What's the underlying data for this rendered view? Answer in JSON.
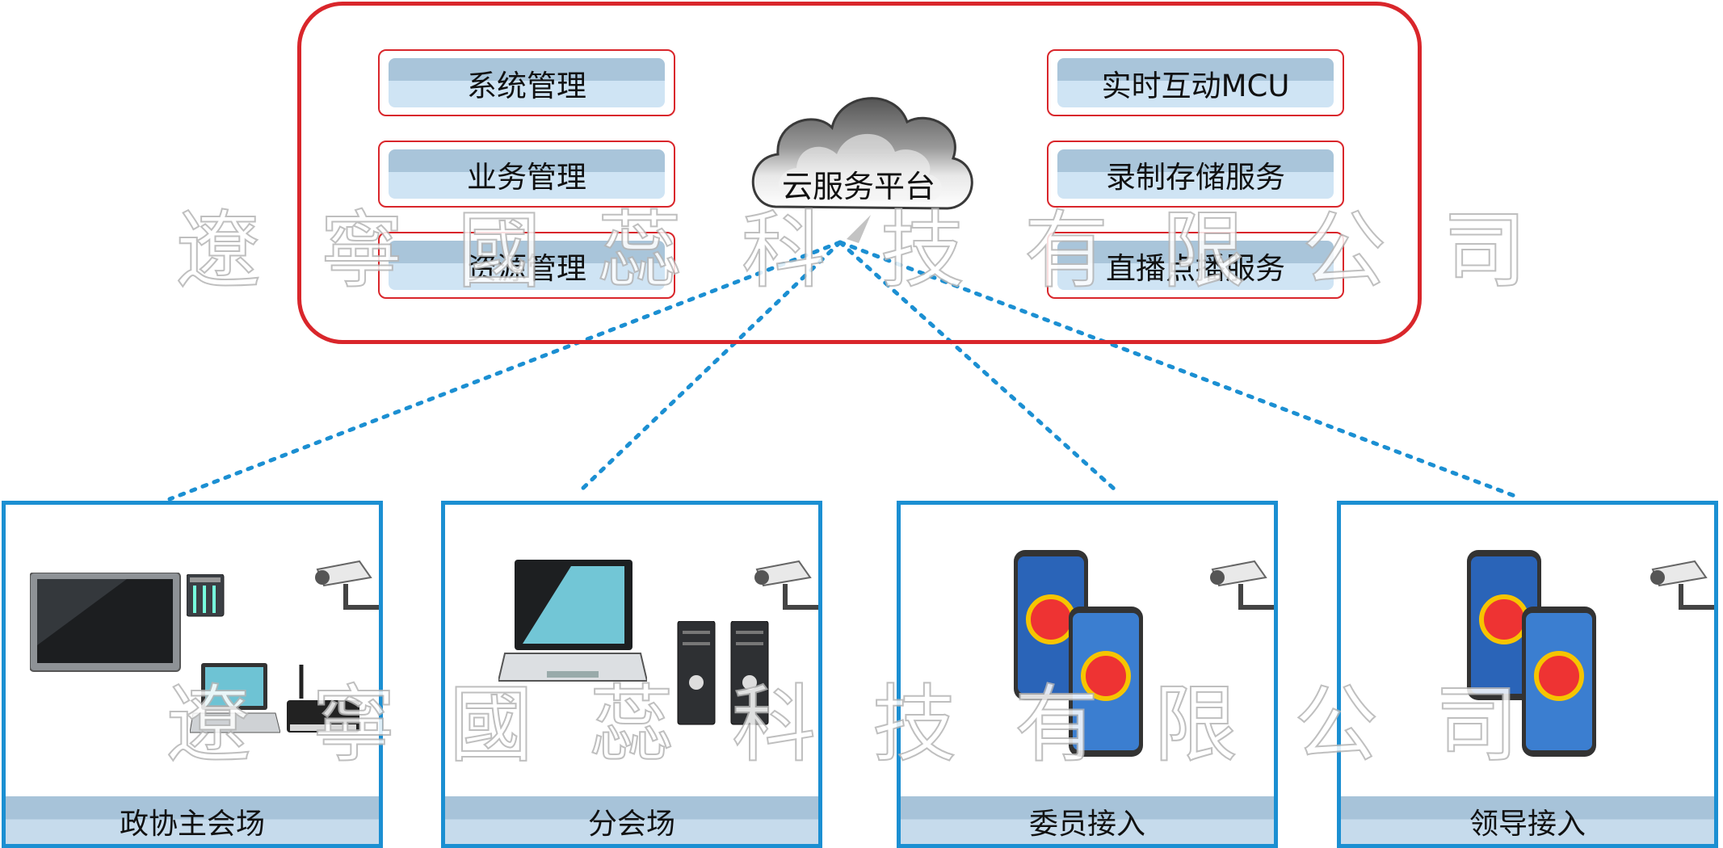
{
  "platform": {
    "cloud_label": "云服务平台",
    "left_services": [
      "系统管理",
      "业务管理",
      "资源管理"
    ],
    "right_services": [
      "实时互动MCU",
      "录制存储服务",
      "直播点播服务"
    ]
  },
  "sites": [
    {
      "label": "政协主会场"
    },
    {
      "label": "分会场"
    },
    {
      "label": "委员接入"
    },
    {
      "label": "领导接入"
    }
  ],
  "watermark": [
    "遼",
    "寧",
    "國",
    "蕊",
    "科",
    "技",
    "有",
    "限",
    "公",
    "司"
  ],
  "colors": {
    "platform_border": "#d9262b",
    "site_border": "#1b8fd2",
    "connector": "#1b8fd2",
    "label_band": "#a9c5da"
  }
}
